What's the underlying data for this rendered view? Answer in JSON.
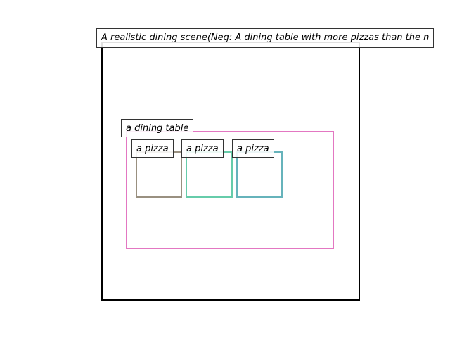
{
  "caption": "A realistic dining scene(Neg: A dining table with more pizzas than the n",
  "objects": [
    {
      "label": "a dining table",
      "color": "#e377c2"
    },
    {
      "label": "a pizza",
      "color": "#999080"
    },
    {
      "label": "a pizza",
      "color": "#66ccaa"
    },
    {
      "label": "a pizza",
      "color": "#66b3bb"
    }
  ]
}
